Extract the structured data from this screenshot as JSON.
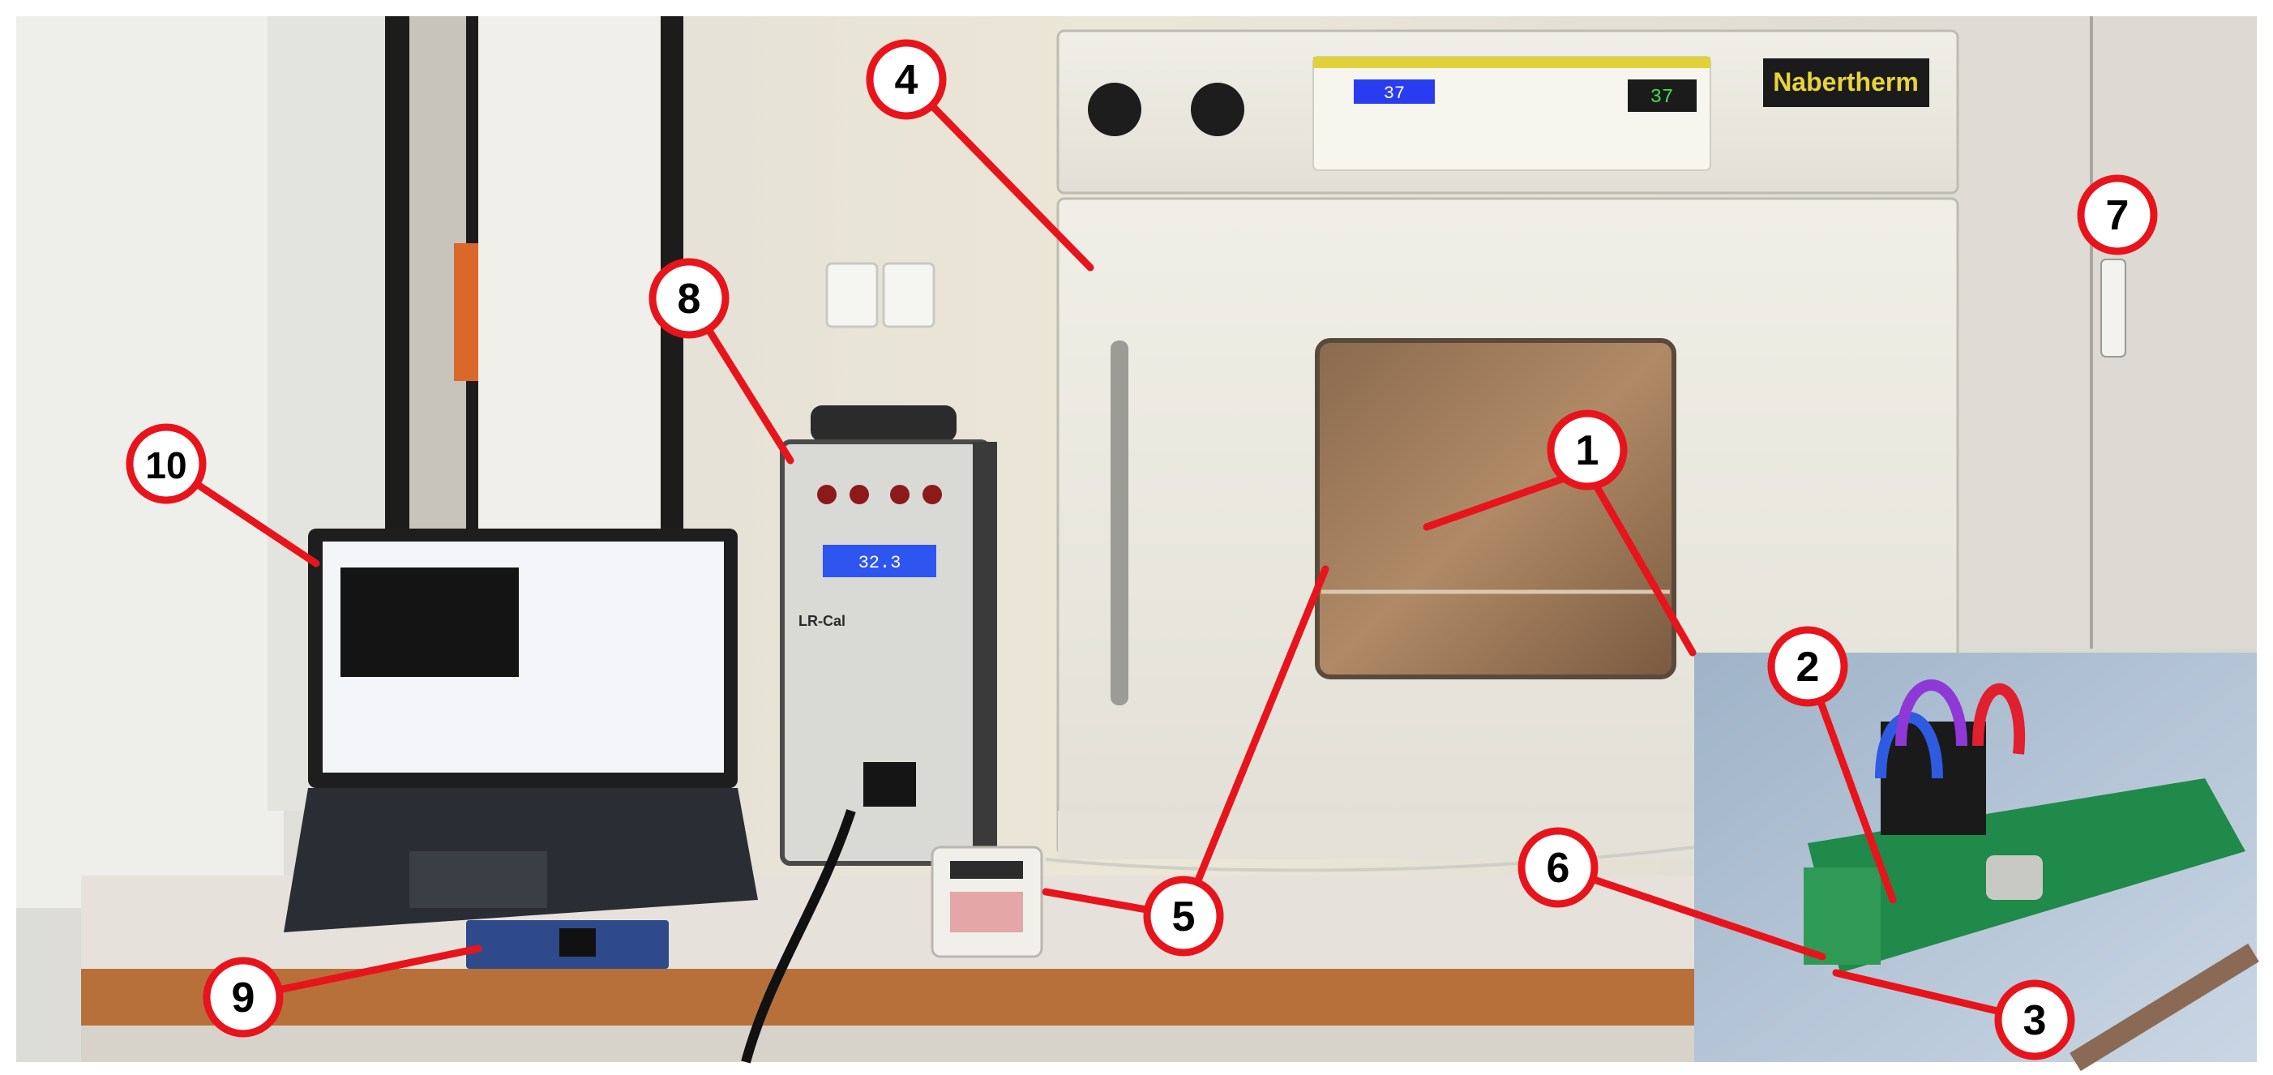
{
  "photo": {
    "description_free": true,
    "colors": {
      "callout_line": "#e8141b",
      "callout_circle_border": "#e8141b",
      "callout_circle_fill": "#ffffff",
      "wall": "#e9e4d8",
      "table_top": "#e6e2db",
      "table_edge": "#b8703a",
      "oven_body": "#ecebe3",
      "cabinet": "#dcdcd6"
    }
  },
  "devices": {
    "oven": {
      "brand": "Nabertherm",
      "display_value": "37",
      "controller_value": "37"
    },
    "calibrator": {
      "brand": "LR-Cal",
      "display_value": "32.3"
    }
  },
  "callouts": [
    {
      "id": "1",
      "label": "1"
    },
    {
      "id": "2",
      "label": "2"
    },
    {
      "id": "3",
      "label": "3"
    },
    {
      "id": "4",
      "label": "4"
    },
    {
      "id": "5",
      "label": "5"
    },
    {
      "id": "6",
      "label": "6"
    },
    {
      "id": "7",
      "label": "7"
    },
    {
      "id": "8",
      "label": "8"
    },
    {
      "id": "9",
      "label": "9"
    },
    {
      "id": "10",
      "label": "10"
    }
  ]
}
